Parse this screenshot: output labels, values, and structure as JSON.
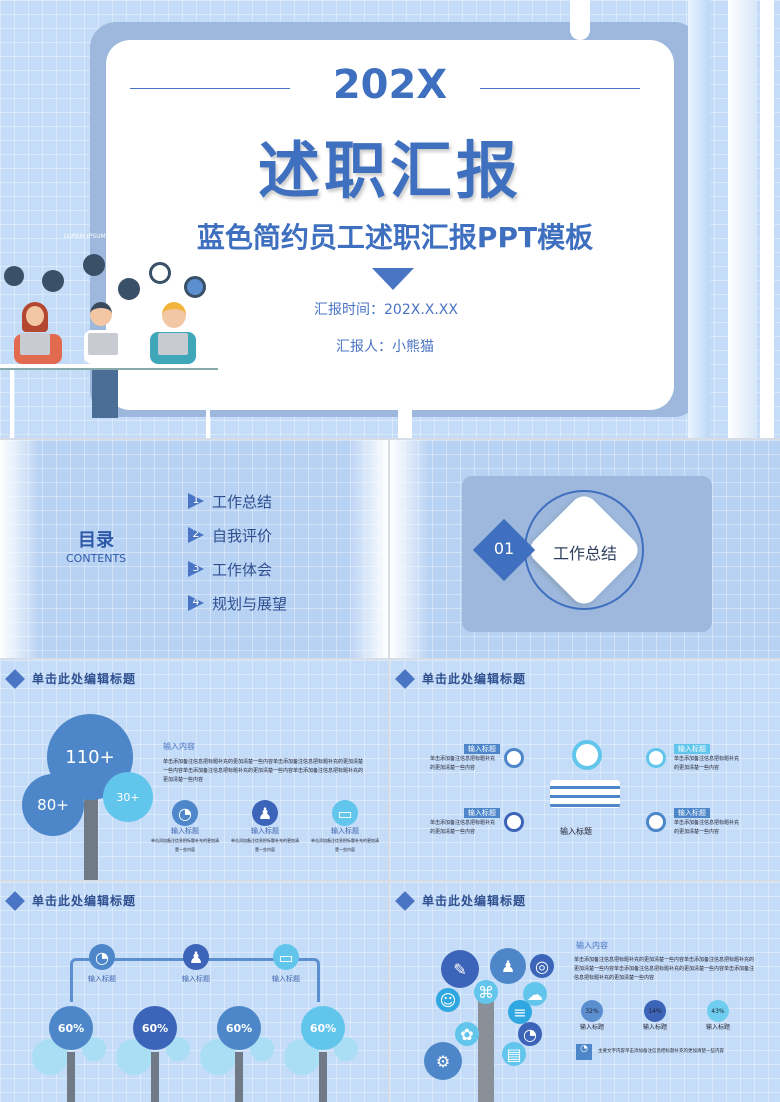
{
  "cover": {
    "year": "202X",
    "title": "述职汇报",
    "subtitle": "蓝色简约员工述职汇报PPT模板",
    "lorem": "LOREM IPSUM",
    "time_label": "汇报时间：",
    "time_value": "202X.X.XX",
    "reporter_label": "汇报人：",
    "reporter_value": "小熊猫"
  },
  "toc": {
    "title": "目录",
    "subtitle": "CONTENTS",
    "items": [
      {
        "num": "1",
        "label": "工作总结"
      },
      {
        "num": "2",
        "label": "自我评价"
      },
      {
        "num": "3",
        "label": "工作体会"
      },
      {
        "num": "4",
        "label": "规划与展望"
      }
    ]
  },
  "section": {
    "num": "01",
    "label": "工作总结"
  },
  "slide_title": "单击此处编辑标题",
  "tree_slide": {
    "values": [
      "110+",
      "80+",
      "30+"
    ],
    "heading": "输入内容",
    "body": "单击添加备注信息把标题补充的更加清楚一些内容单击添加备注信息把标题补充的更加清楚一些内容单击添加备注信息把标题补充的更加清楚一些内容单击添加备注信息把标题补充的更加清楚一些内容",
    "items": [
      {
        "title": "输入标题",
        "text": "单击添加备注信息把标题补充的更加清楚一些内容"
      },
      {
        "title": "输入标题",
        "text": "单击添加备注信息把标题补充的更加清楚一些内容"
      },
      {
        "title": "输入标题",
        "text": "单击添加备注信息把标题补充的更加清楚一些内容"
      }
    ]
  },
  "flask_slide": {
    "center": "输入标题",
    "items": [
      {
        "title": "输入标题",
        "text": "单击添加备注信息把标题补充的更加清楚一些内容"
      },
      {
        "title": "输入标题",
        "text": "单击添加备注信息把标题补充的更加清楚一些内容"
      },
      {
        "title": "输入标题",
        "text": "单击添加备注信息把标题补充的更加清楚一些内容"
      },
      {
        "title": "输入标题",
        "text": "单击添加备注信息把标题补充的更加清楚一些内容"
      }
    ]
  },
  "trees_slide": {
    "labels": [
      "输入标题",
      "输入标题",
      "输入标题"
    ],
    "values": [
      "60%",
      "60%",
      "60%",
      "60%"
    ]
  },
  "icon_tree_slide": {
    "heading": "输入内容",
    "body": "单击添加备注信息把标题补充的更加清楚一些内容单击添加备注信息把标题补充的更加清楚一些内容单击添加备注信息把标题补充的更加清楚一些内容单击添加备注信息把标题补充的更加清楚一些内容",
    "stats": [
      {
        "value": "32%",
        "label": "输入标题",
        "color": "#5b8fd0"
      },
      {
        "value": "14%",
        "label": "输入标题",
        "color": "#3c64b8"
      },
      {
        "value": "43%",
        "label": "输入标题",
        "color": "#6fcdef"
      }
    ],
    "footer": "主要文字内容单击添加备注信息把标题补充的更加清楚一些内容"
  },
  "colors": {
    "accent": "#4a74c4",
    "title": "#3f6fbf",
    "light": "#c4dcf8",
    "cyan": "#62c6ec"
  }
}
